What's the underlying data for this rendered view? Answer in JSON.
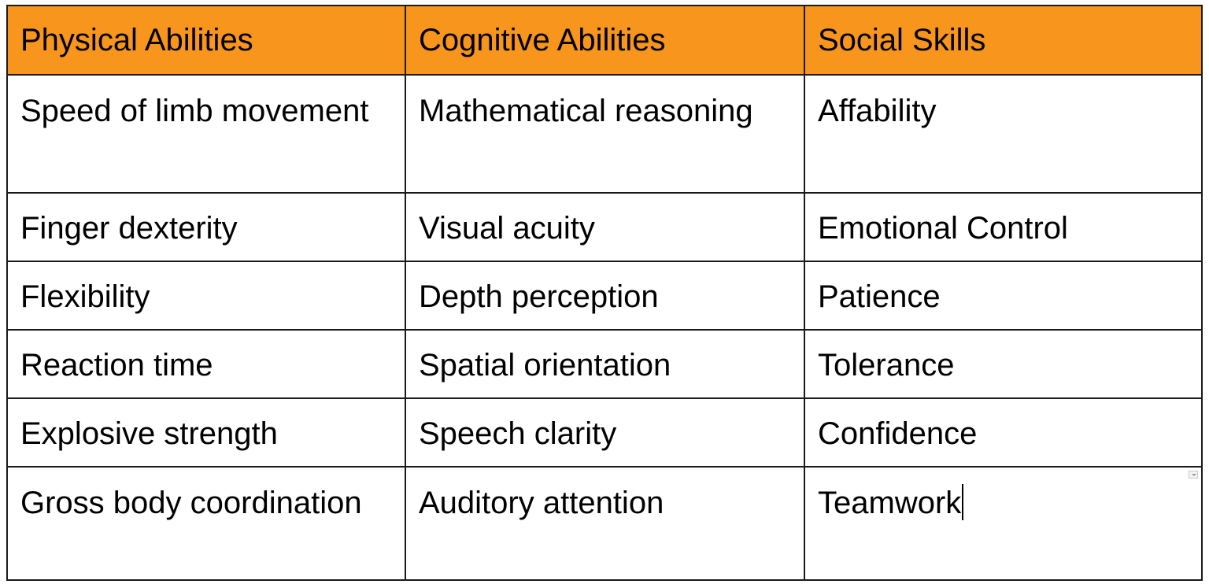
{
  "table": {
    "header_color": "#f7951d",
    "headers": [
      "Physical Abilities",
      "Cognitive Abilities",
      "Social Skills"
    ],
    "rows": [
      [
        "Speed of limb movement",
        "Mathematical reasoning",
        "Affability"
      ],
      [
        "Finger dexterity",
        "Visual acuity",
        "Emotional Control"
      ],
      [
        "Flexibility",
        "Depth perception",
        "Patience"
      ],
      [
        "Reaction time",
        "Spatial orientation",
        "Tolerance"
      ],
      [
        "Explosive strength",
        "Speech clarity",
        "Confidence"
      ],
      [
        "Gross body coordination",
        "Auditory attention",
        "Teamwork"
      ]
    ]
  },
  "widgets": {
    "resize_handle_icon": "chevron-down-icon",
    "text_cursor": "text-caret"
  }
}
